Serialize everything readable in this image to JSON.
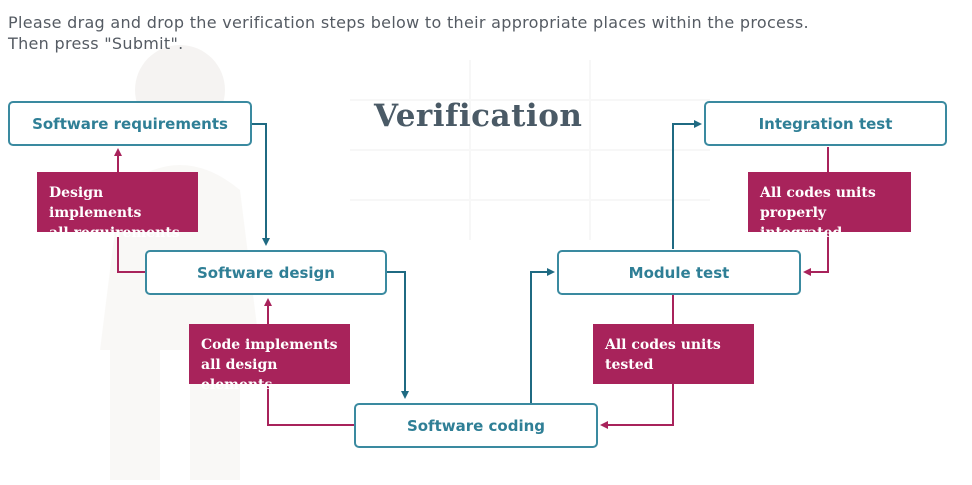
{
  "instructions": {
    "line1": "Please drag and drop the verification steps below to their appropriate places within the process.",
    "line2": "Then press \"Submit\"."
  },
  "diagram": {
    "title": "Verification",
    "process_steps": {
      "software_requirements": "Software requirements",
      "software_design": "Software design",
      "software_coding": "Software coding",
      "module_test": "Module test",
      "integration_test": "Integration test"
    },
    "verification_cards": {
      "design_implements": {
        "line1": "Design implements",
        "line2": "all requirements"
      },
      "code_implements": {
        "line1": "Code implements",
        "line2": "all design elements"
      },
      "all_units_tested": {
        "line1": "All codes units",
        "line2": "tested"
      },
      "all_units_integrated": {
        "line1": "All codes units",
        "line2": "properly integrated"
      }
    }
  },
  "colors": {
    "step_border": "#3a8aa0",
    "step_text": "#2f7f96",
    "card_fill": "#a8235b",
    "arrow_down": "#1f6a82",
    "arrow_back": "#a8235b"
  }
}
